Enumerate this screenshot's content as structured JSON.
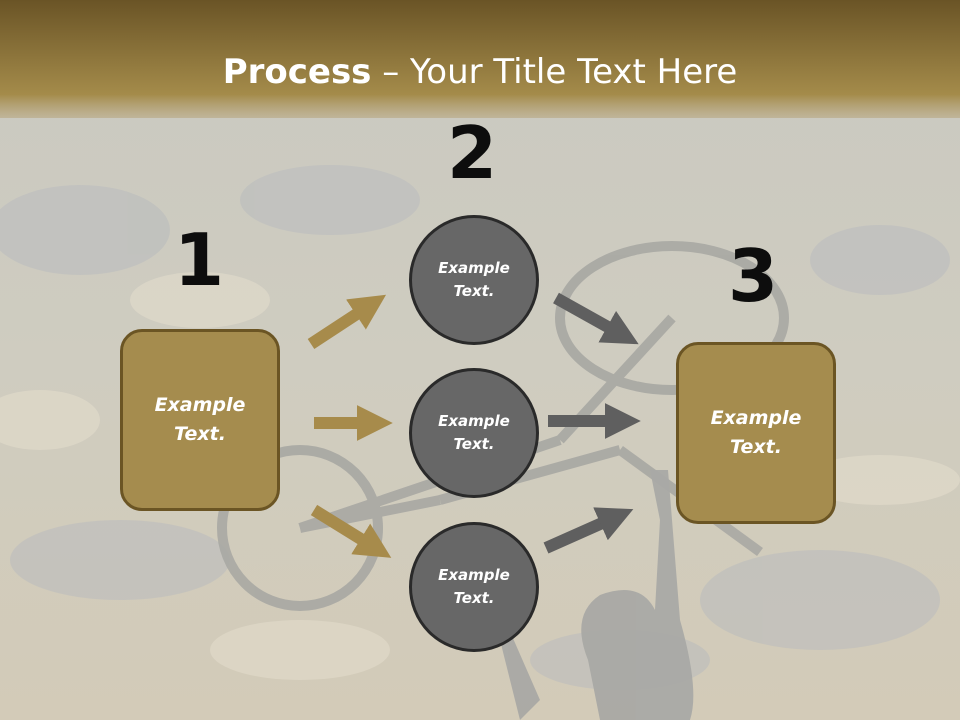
{
  "title": {
    "bold": "Process",
    "rest": " – Your Title Text Here"
  },
  "steps": {
    "one": "1",
    "two": "2",
    "three": "3"
  },
  "left_box": {
    "line1": "Example",
    "line2": "Text."
  },
  "right_box": {
    "line1": "Example",
    "line2": "Text."
  },
  "circles": [
    {
      "line1": "Example",
      "line2": "Text."
    },
    {
      "line1": "Example",
      "line2": "Text."
    },
    {
      "line1": "Example",
      "line2": "Text."
    }
  ],
  "colors": {
    "gold": "#a58c4e",
    "gold_border": "#6b5524",
    "circle_fill": "#676767",
    "arrow_gold": "#a78b4b",
    "arrow_gray": "#5f5f5f"
  }
}
